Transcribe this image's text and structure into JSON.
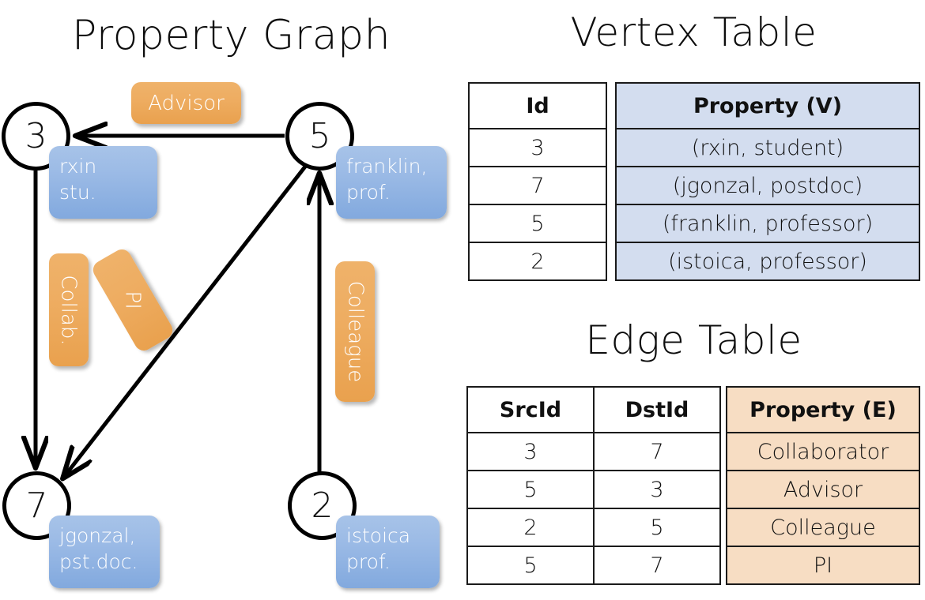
{
  "titles": {
    "property_graph": "Property Graph",
    "vertex_table": "Vertex Table",
    "edge_table": "Edge Table"
  },
  "colors": {
    "vertex_property_fill": "#d3ddef",
    "edge_property_fill": "#f7ddc3",
    "vertex_box": "#9cbbe6",
    "edge_label_box": "#eead62",
    "stroke": "#000000",
    "background": "#ffffff"
  },
  "graph": {
    "nodes": [
      {
        "id": "3",
        "property_line1": "rxin",
        "property_line2": "stu."
      },
      {
        "id": "5",
        "property_line1": "franklin,",
        "property_line2": "prof."
      },
      {
        "id": "7",
        "property_line1": "jgonzal,",
        "property_line2": "pst.doc."
      },
      {
        "id": "2",
        "property_line1": "istoica",
        "property_line2": "prof."
      }
    ],
    "edge_labels": [
      {
        "name": "advisor-label",
        "text": "Advisor",
        "orientation": "horizontal"
      },
      {
        "name": "collab-label",
        "text": "Collab.",
        "orientation": "vertical"
      },
      {
        "name": "pi-label",
        "text": "PI",
        "orientation": "diagonal"
      },
      {
        "name": "colleague-label",
        "text": "Colleague",
        "orientation": "vertical"
      }
    ],
    "edges": [
      {
        "from": "5",
        "to": "3",
        "label": "Advisor"
      },
      {
        "from": "3",
        "to": "7",
        "label": "Collab."
      },
      {
        "from": "5",
        "to": "7",
        "label": "PI"
      },
      {
        "from": "2",
        "to": "5",
        "label": "Colleague"
      }
    ]
  },
  "vertex_table": {
    "headers": {
      "id": "Id",
      "property": "Property (V)"
    },
    "rows": [
      {
        "id": "3",
        "property": "(rxin, student)"
      },
      {
        "id": "7",
        "property": "(jgonzal, postdoc)"
      },
      {
        "id": "5",
        "property": "(franklin, professor)"
      },
      {
        "id": "2",
        "property": "(istoica, professor)"
      }
    ]
  },
  "edge_table": {
    "headers": {
      "src": "SrcId",
      "dst": "DstId",
      "property": "Property (E)"
    },
    "rows": [
      {
        "src": "3",
        "dst": "7",
        "property": "Collaborator"
      },
      {
        "src": "5",
        "dst": "3",
        "property": "Advisor"
      },
      {
        "src": "2",
        "dst": "5",
        "property": "Colleague"
      },
      {
        "src": "5",
        "dst": "7",
        "property": "PI"
      }
    ]
  }
}
